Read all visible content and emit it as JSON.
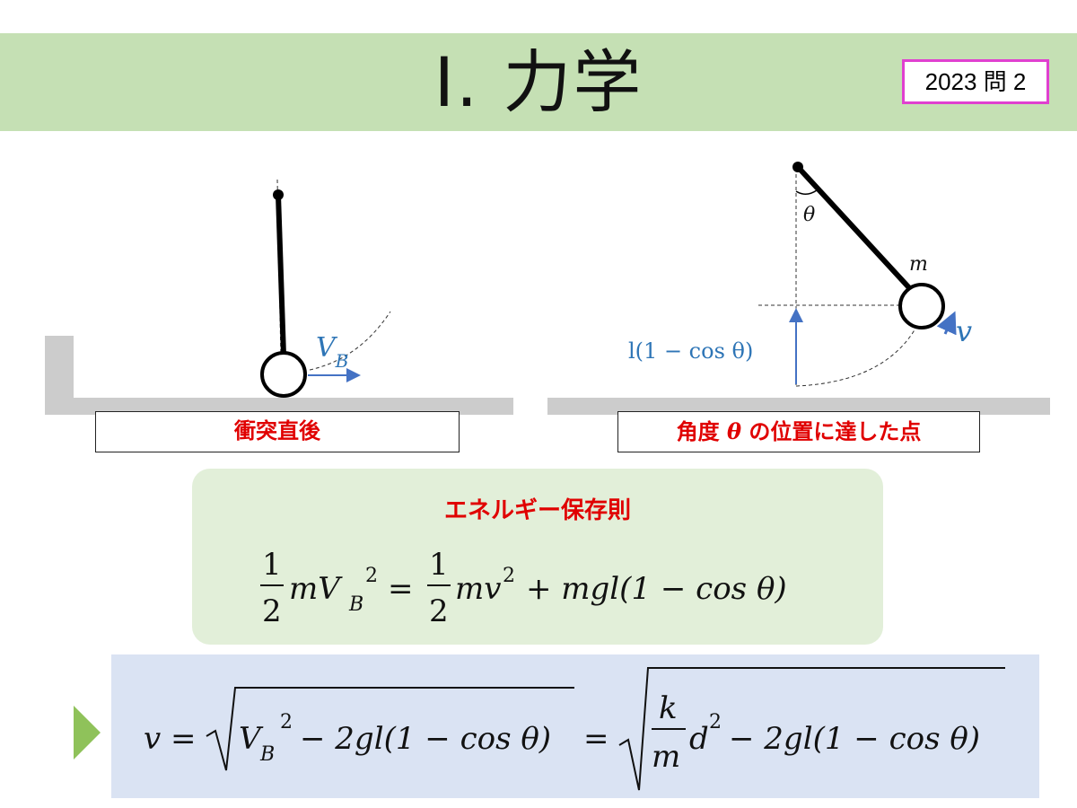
{
  "title": "Ⅰ. 力学",
  "badge": "2023 問 2",
  "captions": {
    "left": "衝突直後",
    "right_prefix": "角度",
    "right_theta": "θ",
    "right_suffix": "の位置に達した点"
  },
  "diagram_labels": {
    "VB_main": "V",
    "VB_sub": "B",
    "theta": "θ",
    "mass": "m",
    "velocity": "v",
    "height": "l(1 − cos θ)"
  },
  "law_title": "エネルギー保存則",
  "equation1": {
    "one": "1",
    "two": "2",
    "lhs_body": "mV",
    "lhs_sub": "B",
    "lhs_sup": "2",
    "equals": "=",
    "rhs_mv": "mv",
    "rhs_sup": "2",
    "rhs_rest": "+ mgl(1 − cos θ)"
  },
  "equation2": {
    "lhs": "v =",
    "root1_V": "V",
    "root1_sub": "B",
    "root1_sup": "2",
    "root1_rest": "− 2gl(1 − cos θ)",
    "equals": "=",
    "frac_num": "k",
    "frac_den": "m",
    "root2_d": "d",
    "root2_sup": "2",
    "root2_rest": "− 2gl(1 − cos θ)"
  },
  "colors": {
    "banner": "#c5e0b4",
    "badge_border": "#e040d0",
    "caption_text": "#e00000",
    "law_box": "#e2efd9",
    "result_box": "#dae3f3",
    "label_blue": "#2e75b6",
    "arrow": "#4472c4",
    "floor": "#cccccc",
    "play_arrow": "#8fc25a"
  }
}
